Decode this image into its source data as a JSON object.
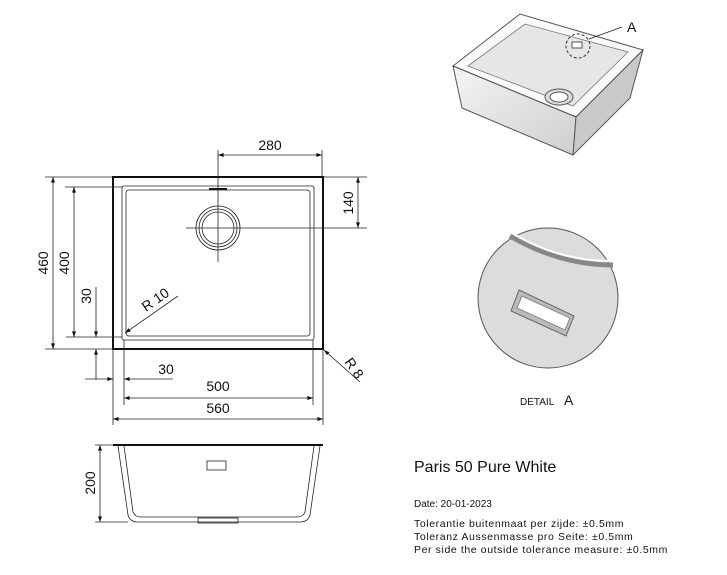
{
  "product": {
    "title": "Paris 50 Pure White",
    "date": "Date: 20-01-2023",
    "tolerances": [
      "Tolerantie buitenmaat per zijde: ±0.5mm",
      "Toleranz Aussenmasse pro Seite: ±0.5mm",
      "Per side the outside tolerance measure: ±0.5mm"
    ]
  },
  "dimensions": {
    "drain_offset_x": "280",
    "drain_offset_y": "140",
    "outer_depth": "460",
    "inner_depth": "400",
    "rim_bottom": "30",
    "rim_left": "30",
    "inner_width": "500",
    "outer_width": "560",
    "inner_radius": "R 10",
    "outer_radius": "R 8",
    "bowl_height": "200"
  },
  "detail": {
    "callout": "A",
    "label_prefix": "DETAIL",
    "label_letter": "A"
  }
}
